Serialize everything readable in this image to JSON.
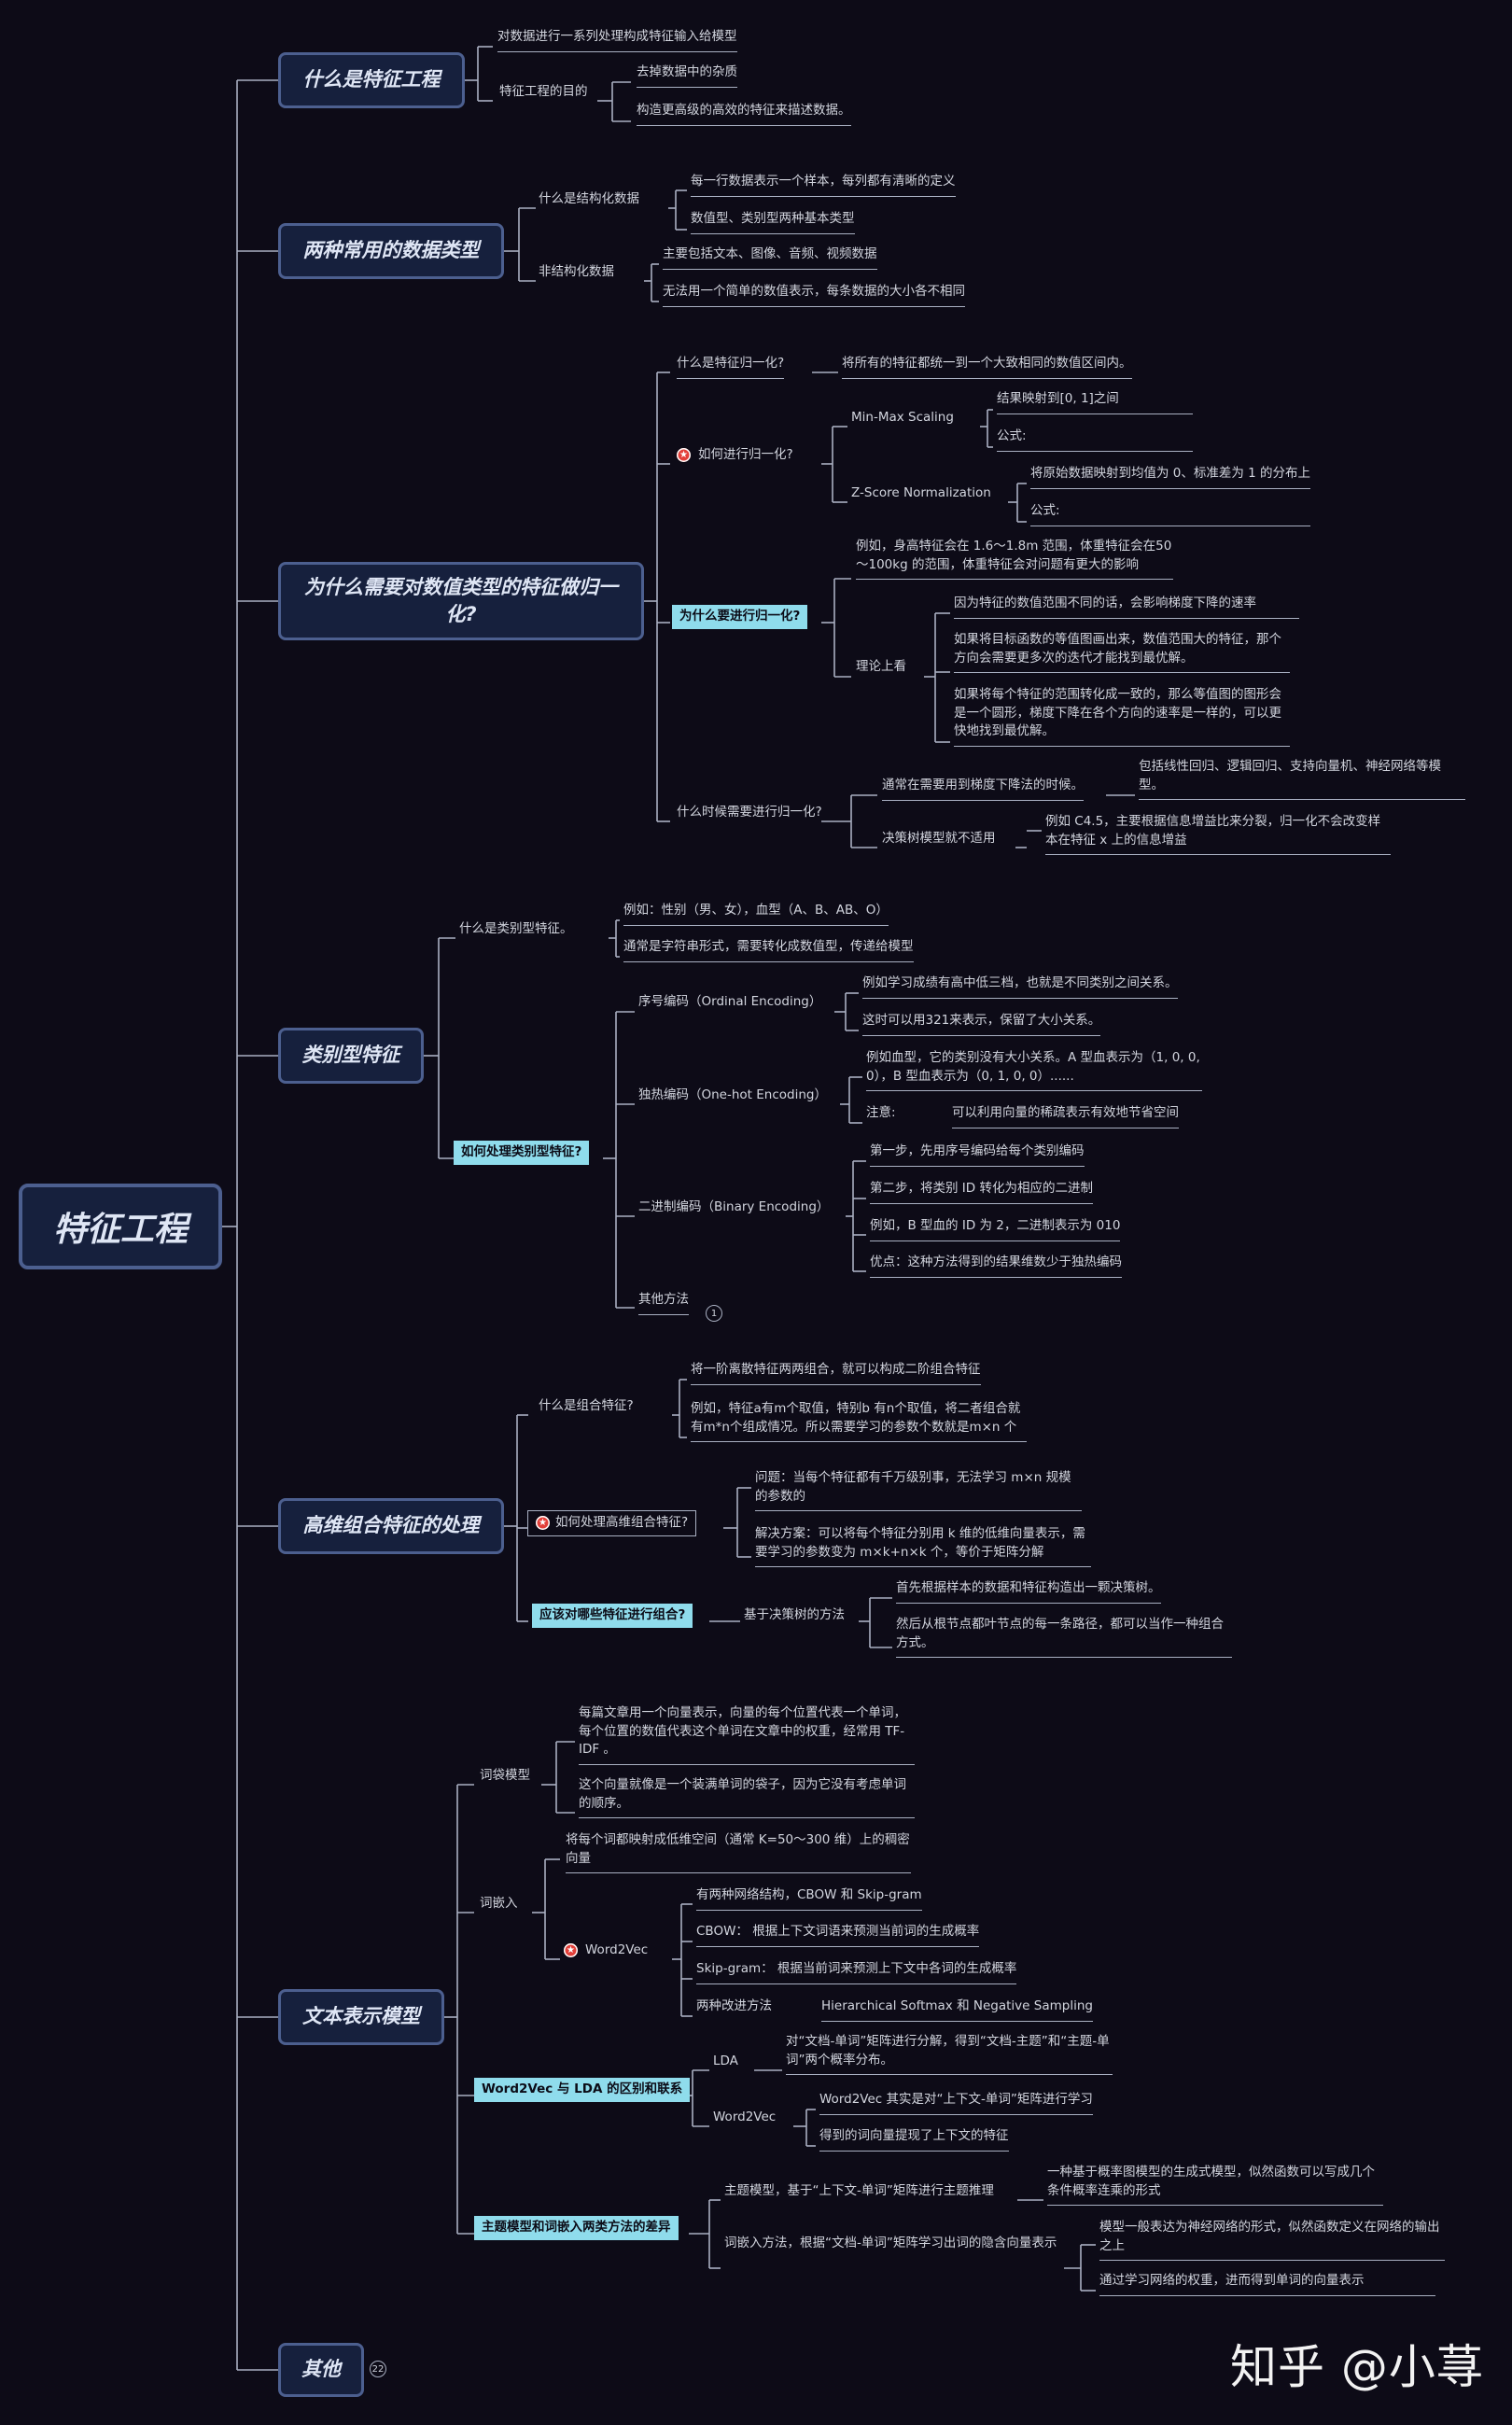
{
  "root": "特征工程",
  "branches": {
    "b1": "什么是特征工程",
    "b2": "两种常用的数据类型",
    "b3": "为什么需要对数值类型的特征做归一化?",
    "b4": "类别型特征",
    "b5": "高维组合特征的处理",
    "b6": "文本表示模型",
    "b7": "其他"
  },
  "s1": {
    "a": "对数据进行一系列处理构成特征输入给模型",
    "b": "特征工程的目的",
    "b1": "去掉数据中的杂质",
    "b2": "构造更高级的高效的特征来描述数据。"
  },
  "s2": {
    "a": "什么是结构化数据",
    "a1": "每一行数据表示一个样本，每列都有清晰的定义",
    "a2": "数值型、类别型两种基本类型",
    "b": "非结构化数据",
    "b1": "主要包括文本、图像、音频、视频数据",
    "b2": "无法用一个简单的数值表示，每条数据的大小各不相同"
  },
  "s3": {
    "a": "什么是特征归一化?",
    "a1": "将所有的特征都统一到一个大致相同的数值区间内。",
    "b": "如何进行归一化?",
    "b1": "Min-Max Scaling",
    "b11": "结果映射到[0, 1]之间",
    "b12": "公式:",
    "b2": "Z-Score Normalization",
    "b21": "将原始数据映射到均值为 0、标准差为 1 的分布上",
    "b22": "公式:",
    "c": "为什么要进行归一化?",
    "c1": "例如，身高特征会在 1.6～1.8m 范围，体重特征会在50～100kg 的范围，体重特征会对问题有更大的影响",
    "c2": "理论上看",
    "c21": "因为特征的数值范围不同的话，会影响梯度下降的速率",
    "c22": "如果将目标函数的等值图画出来，数值范围大的特征，那个方向会需要更多次的迭代才能找到最优解。",
    "c23": "如果将每个特征的范围转化成一致的，那么等值图的图形会是一个圆形，梯度下降在各个方向的速率是一样的，可以更快地找到最优解。",
    "d": "什么时候需要进行归一化?",
    "d1": "通常在需要用到梯度下降法的时候。",
    "d11": "包括线性回归、逻辑回归、支持向量机、神经网络等模型。",
    "d2": "决策树模型就不适用",
    "d21": "例如 C4.5，主要根据信息增益比来分裂，归一化不会改变样本在特征 x 上的信息增益"
  },
  "s4": {
    "a": "什么是类别型特征。",
    "a1": "例如：性别（男、女），血型（A、B、AB、O）",
    "a2": "通常是字符串形式，需要转化成数值型，传递给模型",
    "b": "如何处理类别型特征?",
    "b1": "序号编码（Ordinal Encoding）",
    "b11": "例如学习成绩有高中低三档，也就是不同类别之间关系。",
    "b12": "这时可以用321来表示，保留了大小关系。",
    "b2": "独热编码（One-hot Encoding）",
    "b21": "例如血型，它的类别没有大小关系。A 型血表示为（1, 0, 0, 0），B 型血表示为（0, 1, 0, 0）......",
    "b22": "注意:",
    "b221": "可以利用向量的稀疏表示有效地节省空间",
    "b3": "二进制编码（Binary Encoding）",
    "b31": "第一步，先用序号编码给每个类别编码",
    "b32": "第二步，将类别 ID 转化为相应的二进制",
    "b33": "例如，B 型血的 ID 为 2，二进制表示为 010",
    "b34": "优点：这种方法得到的结果维数少于独热编码",
    "b4": "其他方法",
    "b4_badge": "1"
  },
  "s5": {
    "a": "什么是组合特征?",
    "a1": "将一阶离散特征两两组合，就可以构成二阶组合特征",
    "a2": "例如，特征a有m个取值，特别b 有n个取值，将二者组合就有m*n个组成情况。所以需要学习的参数个数就是m×n 个",
    "b": "如何处理高维组合特征?",
    "b1": "问题：当每个特征都有千万级别事，无法学习 m×n 规模的参数的",
    "b2": "解决方案：可以将每个特征分别用 k 维的低维向量表示，需要学习的参数变为 m×k+n×k 个，等价于矩阵分解",
    "c": "应该对哪些特征进行组合?",
    "c1": "基于决策树的方法",
    "c11": "首先根据样本的数据和特征构造出一颗决策树。",
    "c12": "然后从根节点都叶节点的每一条路径，都可以当作一种组合方式。"
  },
  "s6": {
    "a": "词袋模型",
    "a1": "每篇文章用一个向量表示，向量的每个位置代表一个单词，每个位置的数值代表这个单词在文章中的权重，经常用 TF-IDF 。",
    "a2": "这个向量就像是一个装满单词的袋子，因为它没有考虑单词的顺序。",
    "b": "词嵌入",
    "b1": "将每个词都映射成低维空间（通常 K=50～300 维）上的稠密向量",
    "b2": "Word2Vec",
    "b21": "有两种网络结构，CBOW 和 Skip-gram",
    "b22": "CBOW： 根据上下文词语来预测当前词的生成概率",
    "b23": "Skip-gram： 根据当前词来预测上下文中各词的生成概率",
    "b24": "两种改进方法",
    "b241": "Hierarchical Softmax 和 Negative Sampling",
    "c": "Word2Vec 与 LDA 的区别和联系",
    "c1": "LDA",
    "c11": "对“文档-单词”矩阵进行分解，得到“文档-主题”和“主题-单词”两个概率分布。",
    "c2": "Word2Vec",
    "c21": "Word2Vec 其实是对“上下文-单词”矩阵进行学习",
    "c22": "得到的词向量提现了上下文的特征",
    "d": "主题模型和词嵌入两类方法的差异",
    "d1": "主题模型，基于“上下文-单词”矩阵进行主题推理",
    "d11": "一种基于概率图模型的生成式模型，似然函数可以写成几个条件概率连乘的形式",
    "d2": "词嵌入方法，根据“文档-单词”矩阵学习出词的隐含向量表示",
    "d21": "模型一般表达为神经网络的形式，似然函数定义在网络的输出之上",
    "d22": "通过学习网络的权重，进而得到单词的向量表示"
  },
  "s7": {
    "badge": "22"
  },
  "watermark": "知乎 @小荨",
  "colors": {
    "background": "#0d0b17",
    "line": "#a9b0c2",
    "highlight": "#8fdcec",
    "branch_border": "#4c5f8f"
  }
}
